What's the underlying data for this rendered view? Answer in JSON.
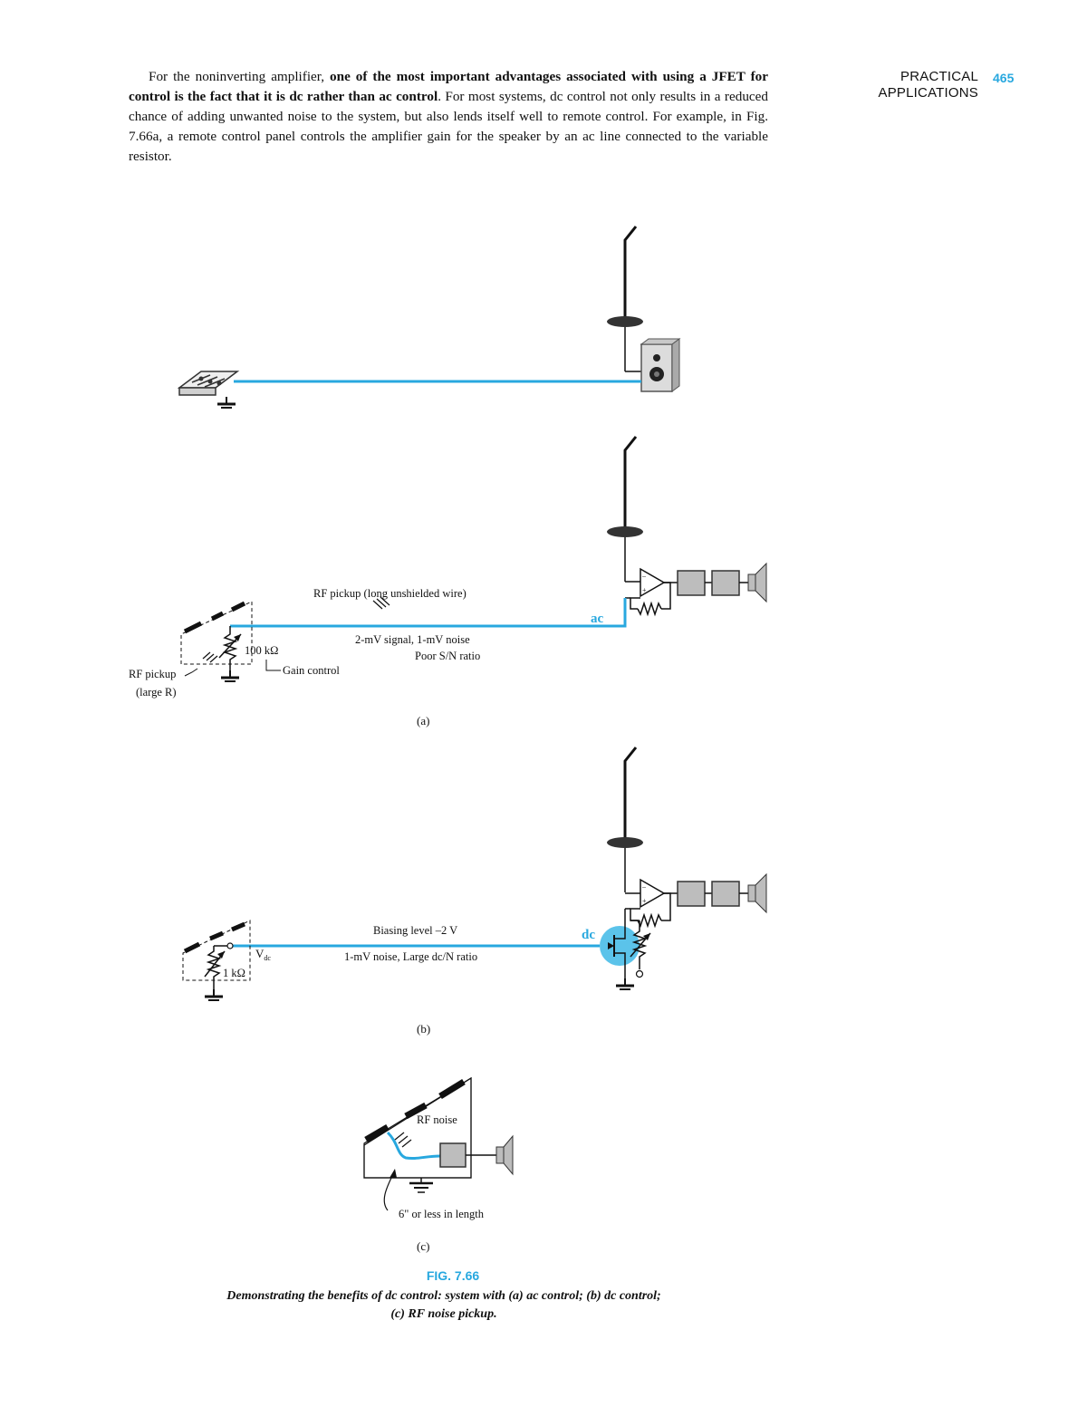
{
  "running_head": {
    "line1": "PRACTICAL",
    "line2": "APPLICATIONS",
    "page_number": "465"
  },
  "body": {
    "lead": "For the noninverting amplifier, ",
    "emphasis": "one of the most important advantages associated with using a JFET for control is the fact that it is dc rather than ac control",
    "rest": ". For most systems, dc control not only results in a reduced chance of adding unwanted noise to the system, but also lends itself well to remote control. For example, in Fig. 7.66a, a remote control panel controls the amplifier gain for the speaker by an ac line connected to the variable resistor."
  },
  "figure": {
    "panel_a": {
      "rf_pickup_wire": "RF pickup (long unshielded wire)",
      "ac_tag": "ac",
      "signal_note": "2-mV signal, 1-mV noise",
      "ratio_note": "Poor S/N ratio",
      "resistor_value": "100 kΩ",
      "gain_control": "Gain control",
      "rf_pickup_1": "RF pickup",
      "rf_pickup_2": "(large R)",
      "label": "(a)"
    },
    "panel_b": {
      "bias_note": "Biasing level –2 V",
      "noise_note": "1-mV noise, Large dc/N ratio",
      "dc_tag": "dc",
      "vdc_v": "V",
      "vdc_sub": "dc",
      "resistor_value": "1 kΩ",
      "label": "(b)"
    },
    "panel_c": {
      "rf_noise": "RF noise",
      "length_note": "6\" or less in length",
      "label": "(c)"
    },
    "fig_number": "FIG. 7.66",
    "caption_1": "Demonstrating the benefits of dc control: system with (a) ac control; (b) dc control;",
    "caption_2": "(c) RF noise pickup."
  },
  "colors": {
    "accent": "#28a8df",
    "gray_box": "#bdbdbd",
    "ink": "#111111"
  }
}
